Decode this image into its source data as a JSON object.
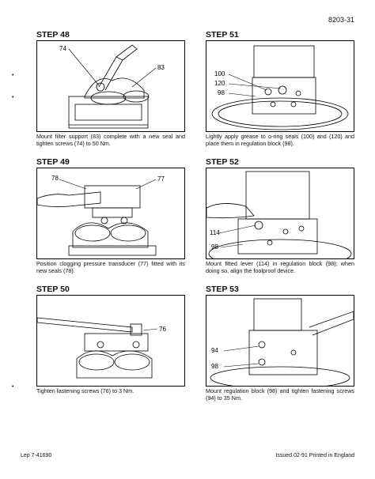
{
  "header": {
    "page_number": "8203-31"
  },
  "steps": [
    {
      "title": "STEP 48",
      "labels": [
        "74",
        "83"
      ],
      "caption": "Mount filter support (83) complete with a new seal and tighten screws (74) to 50 Nm."
    },
    {
      "title": "STEP 49",
      "labels": [
        "78",
        "77"
      ],
      "caption": "Position clogging pressure transducer (77) fitted with its new seals (78)."
    },
    {
      "title": "STEP 50",
      "labels": [
        "76"
      ],
      "caption": "Tighten fastening screws (76) to 3 Nm."
    },
    {
      "title": "STEP 51",
      "labels": [
        "100",
        "120",
        "98"
      ],
      "caption": "Lightly apply grease to o-ring seals (100) and (120) and place them in regulation block (98)."
    },
    {
      "title": "STEP 52",
      "labels": [
        "114",
        "98"
      ],
      "caption": "Mount fitted lever (114) in regulation block (98); when doing so, align the foolproof device."
    },
    {
      "title": "STEP 53",
      "labels": [
        "94",
        "98"
      ],
      "caption": "Mount regulation block (98) and tighten fastening screws (94) to 35 Nm."
    }
  ],
  "footer": {
    "left": "Lep 7-41690",
    "right": "Issued 02-91   Printed in England"
  }
}
